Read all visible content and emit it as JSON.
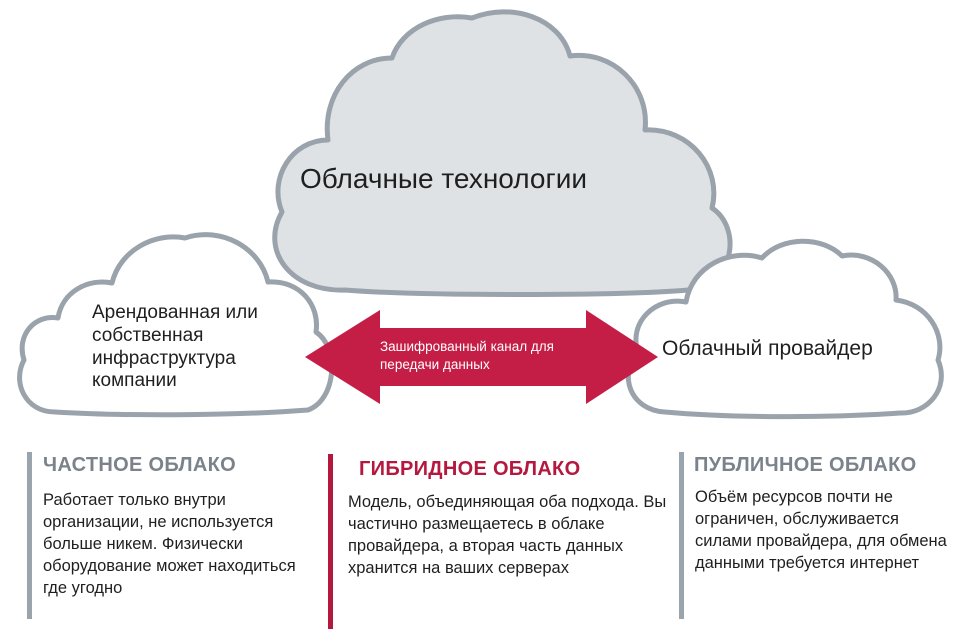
{
  "clouds": {
    "main": "Облачные технологии",
    "left": "Арендованная или собственная инфраструктура компании",
    "right": "Облачный провайдер"
  },
  "arrow": {
    "label": "Зашифрованный канал для передачи данных",
    "color": "#c41e47"
  },
  "columns": {
    "private": {
      "title": "ЧАСТНОЕ ОБЛАКО",
      "text": "Работает только внутри организации, не используется больше никем. Физически оборудование может находиться где угодно"
    },
    "hybrid": {
      "title": "ГИБРИДНОЕ ОБЛАКО",
      "text": "Модель, объединяющая оба подхода. Вы частично размещаетесь в облаке провайдера, а вторая часть данных хранится на ваших серверах"
    },
    "public": {
      "title": "ПУБЛИЧНОЕ ОБЛАКО",
      "text": "Объём ресурсов почти не ограничен, обслуживается силами провайдера, для обмена данными требуется интернет"
    }
  },
  "colors": {
    "cloud_fill_main": "#dfe2e5",
    "cloud_fill_side": "#ffffff",
    "cloud_stroke": "#9aa3ab",
    "accent": "#b5183e",
    "muted": "#7a838b"
  }
}
